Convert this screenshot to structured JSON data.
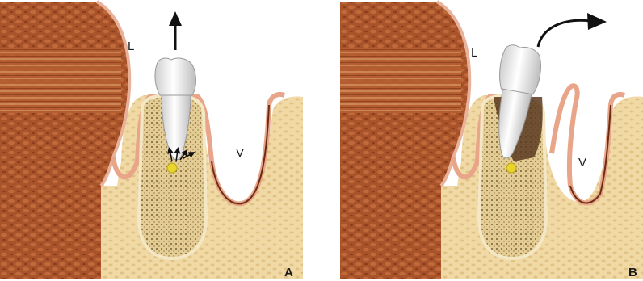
{
  "panels": [
    {
      "id": "A",
      "panel_label": "A",
      "lingual_label": "L",
      "vestibular_label": "V",
      "motion": "axial-extrusion"
    },
    {
      "id": "B",
      "panel_label": "B",
      "lingual_label": "L",
      "vestibular_label": "V",
      "motion": "rotation-vestibular"
    }
  ],
  "colors": {
    "muscle": "#a9532a",
    "muscle_dark": "#7a3416",
    "muscle_light": "#c97a4d",
    "mucosa": "#e8b29a",
    "bone": "#f0d9a5",
    "bone_dot": "#d9b87a",
    "cortical": "#e6cf95",
    "cancellous": "#c9b078",
    "tooth": "#f4f3ee",
    "nerve": "#e8d42a",
    "arrow": "#111111"
  },
  "icons": [
    "arrow-up-icon",
    "curved-arrow-icon",
    "force-arrows-icon"
  ]
}
